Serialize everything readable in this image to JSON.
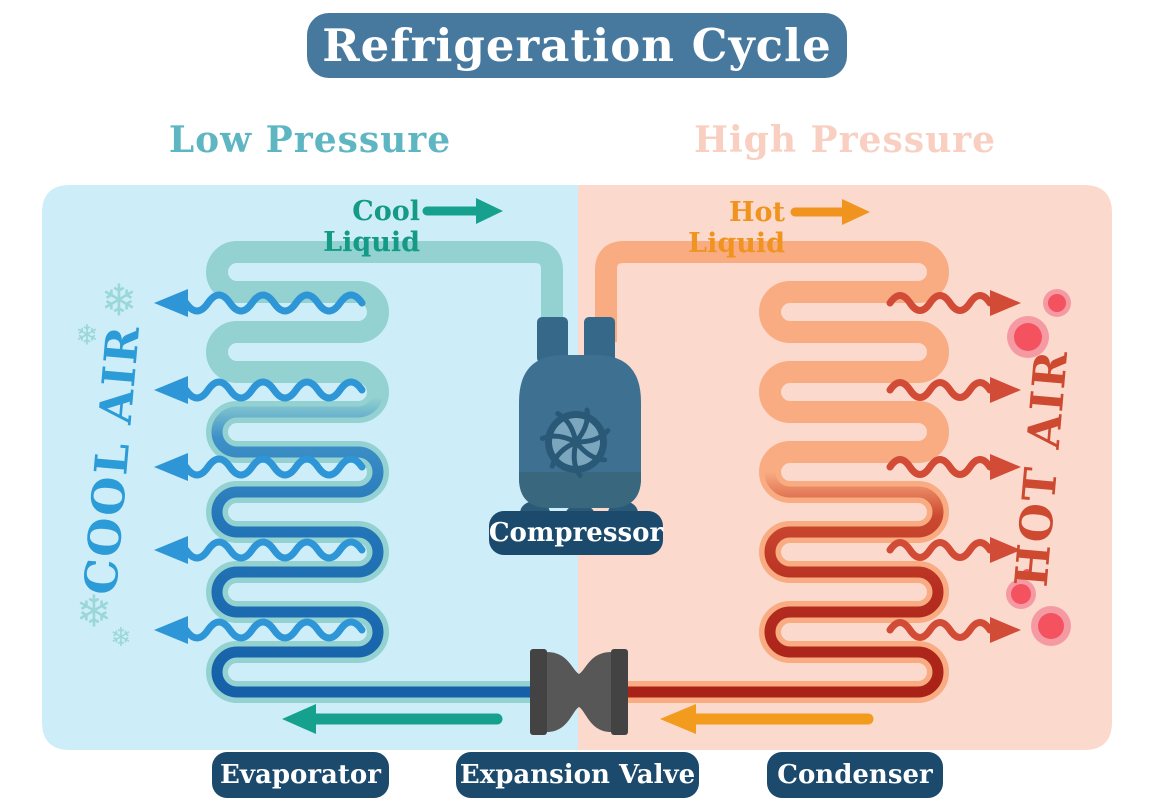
{
  "title": "Refrigeration Cycle",
  "pressure_sections": {
    "low": "Low Pressure",
    "high": "High Pressure"
  },
  "flow_labels": {
    "cool_liquid": "Cool Liquid",
    "hot_liquid": "Hot Liquid"
  },
  "air_labels": {
    "cool_air": "COOL AIR",
    "hot_air": "HOT AIR"
  },
  "component_labels": {
    "compressor": "Compressor",
    "evaporator": "Evaporator",
    "expansion_valve": "Expansion Valve",
    "condenser": "Condenser"
  },
  "icons": {
    "snowflake": "❄"
  },
  "palette": {
    "title_banner_bg": "#47799f",
    "low_pressure_text": "#5fb6c3",
    "high_pressure_text": "#f9cfc2",
    "left_panel_bg": "#cdeef9",
    "right_panel_bg": "#fbd9cc",
    "cool_flow_accent": "#149a87",
    "hot_flow_accent": "#f0941f",
    "cool_air_text": "#2b9cd8",
    "hot_air_text": "#cd4a31",
    "cool_pipe_outline": "#93d2d1",
    "hot_pipe_outline": "#f9ab81",
    "evaporator_pipe_core": "#1560a8",
    "condenser_pipe_core": "#b52c20",
    "cool_wave_arrow": "#2e96d6",
    "hot_wave_arrow": "#d24b36",
    "snowflake": "#9ad7da",
    "heat_dot": "#f4525f",
    "badge_bg": "#1b4a6d",
    "compressor_body": "#3e7191",
    "valve_gray": "#575757"
  }
}
